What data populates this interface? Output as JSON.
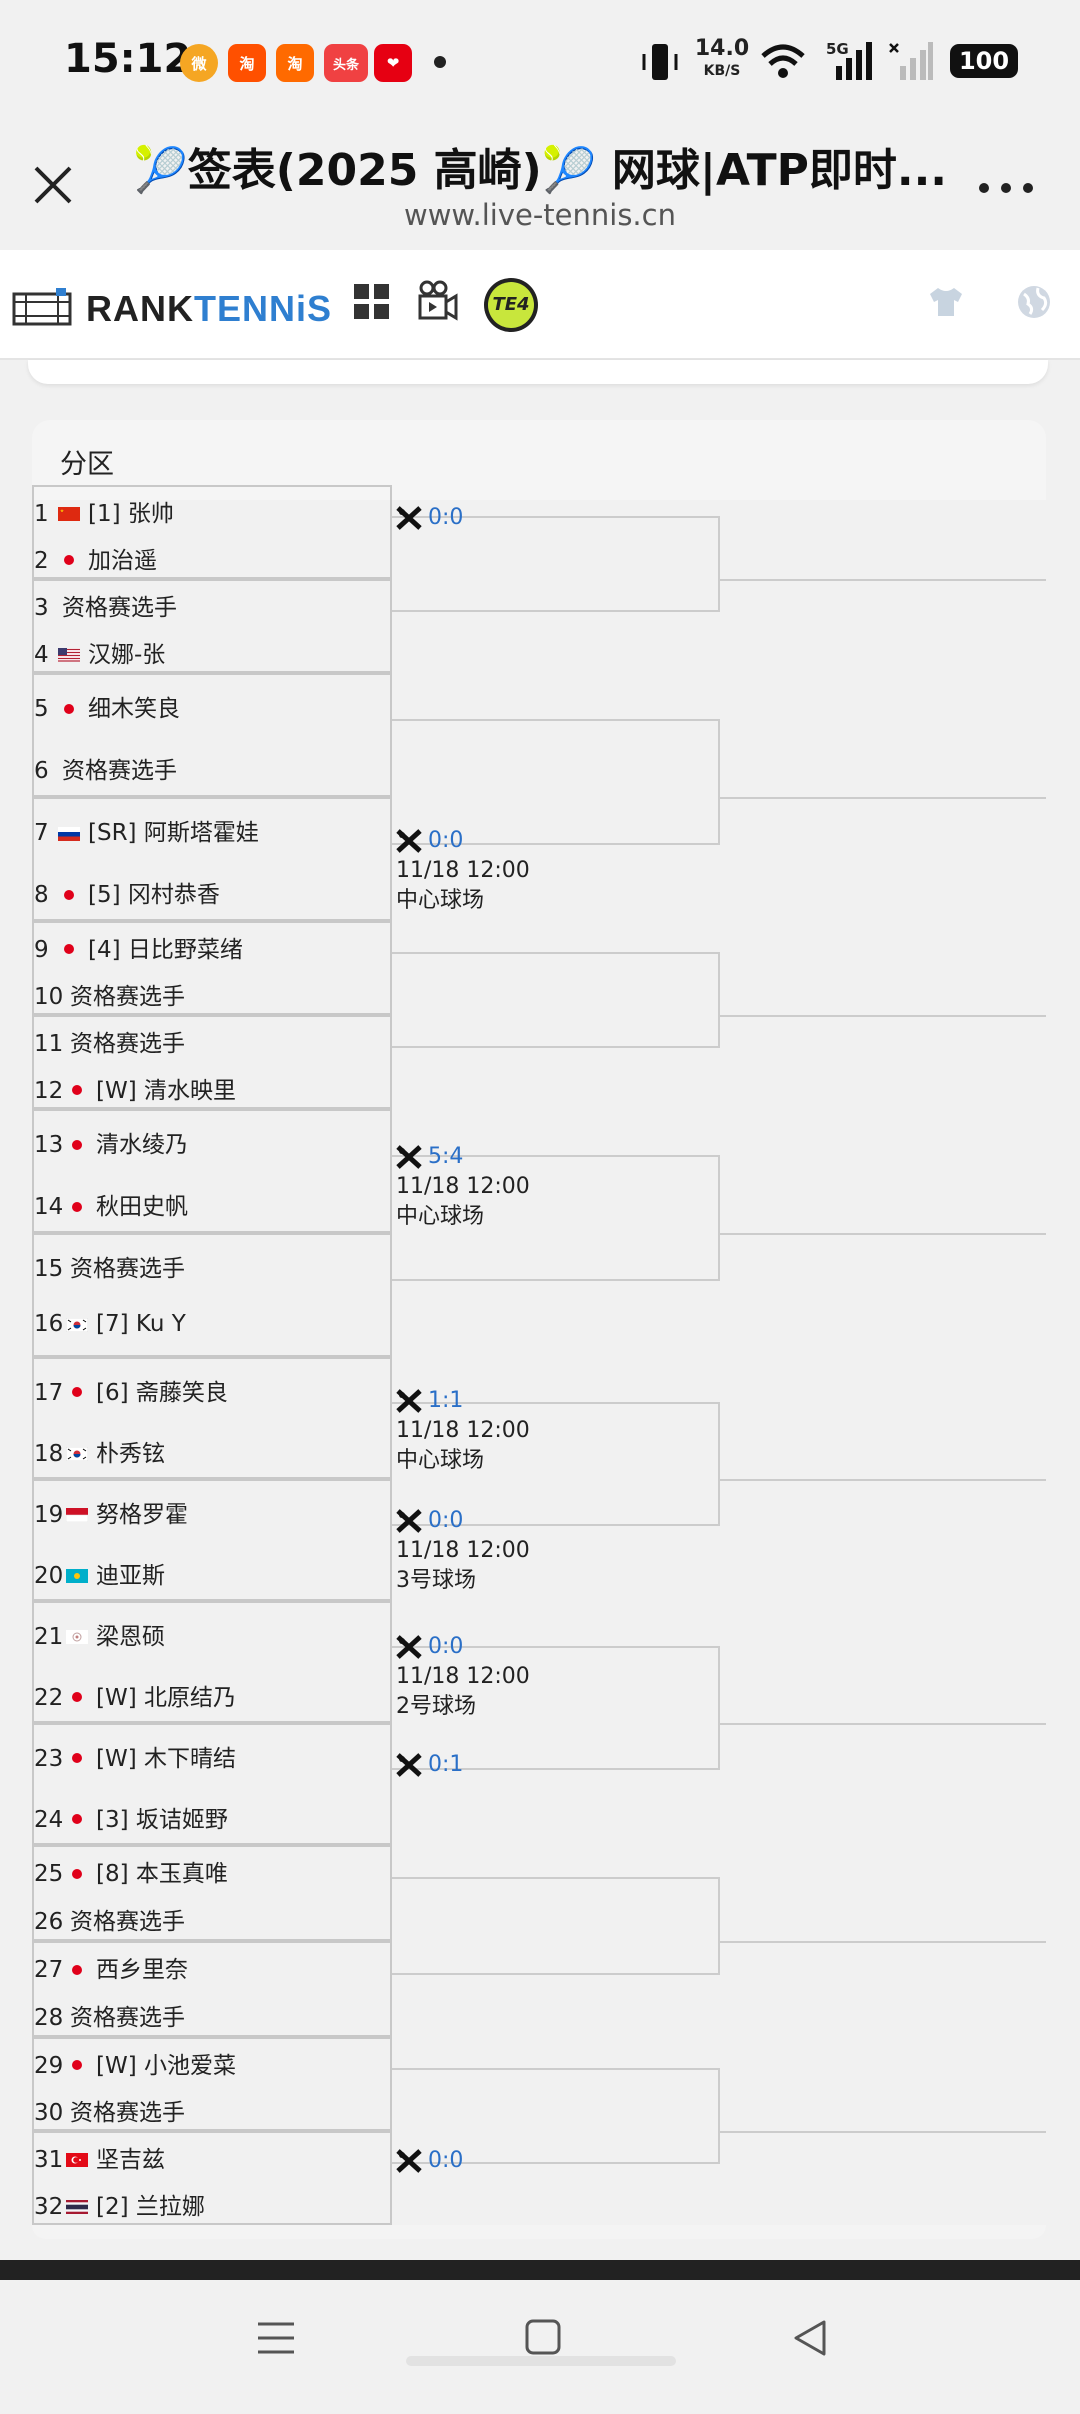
{
  "status": {
    "time": "15:12",
    "net_speed_value": "14.0",
    "net_speed_unit": "KB/S",
    "network": "5G",
    "battery": "100",
    "app_icons": [
      {
        "name": "weibo-icon",
        "label": "微",
        "color": "#f5a623"
      },
      {
        "name": "taobao-icon",
        "label": "淘",
        "color": "#ff5000"
      },
      {
        "name": "taobao-special-icon",
        "label": "淘",
        "color": "#ff6a00"
      },
      {
        "name": "toutiao-icon",
        "label": "头条",
        "color": "#f04142"
      },
      {
        "name": "red-app-icon",
        "label": "❤",
        "color": "#e60012"
      }
    ]
  },
  "titlebar": {
    "title": "🎾签表(2025 高崎)🎾 网球|ATP即时...",
    "url": "www.live-tennis.cn"
  },
  "site": {
    "logo_rank": "RANK",
    "logo_tennis": "TENNiS",
    "te4_label": "TE4"
  },
  "section": {
    "label": "分区"
  },
  "players": [
    {
      "n": "1",
      "flag": "cn",
      "name": "[1] 张帅"
    },
    {
      "n": "2",
      "flag": "jp",
      "name": "加治遥"
    },
    {
      "n": "3",
      "flag": "",
      "name": "资格赛选手"
    },
    {
      "n": "4",
      "flag": "us",
      "name": "汉娜-张"
    },
    {
      "n": "5",
      "flag": "jp",
      "name": "细木笑良"
    },
    {
      "n": "6",
      "flag": "",
      "name": "资格赛选手"
    },
    {
      "n": "7",
      "flag": "ru",
      "name": "[SR] 阿斯塔霍娃"
    },
    {
      "n": "8",
      "flag": "jp",
      "name": "[5] 冈村恭香"
    },
    {
      "n": "9",
      "flag": "jp",
      "name": "[4] 日比野菜绪"
    },
    {
      "n": "10",
      "flag": "",
      "name": "资格赛选手"
    },
    {
      "n": "11",
      "flag": "",
      "name": "资格赛选手"
    },
    {
      "n": "12",
      "flag": "jp",
      "name": "[W] 清水映里"
    },
    {
      "n": "13",
      "flag": "jp",
      "name": "清水绫乃"
    },
    {
      "n": "14",
      "flag": "jp",
      "name": "秋田史帆"
    },
    {
      "n": "15",
      "flag": "",
      "name": "资格赛选手"
    },
    {
      "n": "16",
      "flag": "kr",
      "name": "[7] Ku Y"
    },
    {
      "n": "17",
      "flag": "jp",
      "name": "[6] 斋藤笑良"
    },
    {
      "n": "18",
      "flag": "kr",
      "name": "朴秀铉"
    },
    {
      "n": "19",
      "flag": "id",
      "name": "努格罗霍"
    },
    {
      "n": "20",
      "flag": "kz",
      "name": "迪亚斯"
    },
    {
      "n": "21",
      "flag": "hk",
      "name": "梁恩硕"
    },
    {
      "n": "22",
      "flag": "jp",
      "name": "[W] 北原结乃"
    },
    {
      "n": "23",
      "flag": "jp",
      "name": "[W] 木下晴结"
    },
    {
      "n": "24",
      "flag": "jp",
      "name": "[3] 坂诘姬野"
    },
    {
      "n": "25",
      "flag": "jp",
      "name": "[8] 本玉真唯"
    },
    {
      "n": "26",
      "flag": "",
      "name": "资格赛选手"
    },
    {
      "n": "27",
      "flag": "jp",
      "name": "西乡里奈"
    },
    {
      "n": "28",
      "flag": "",
      "name": "资格赛选手"
    },
    {
      "n": "29",
      "flag": "jp",
      "name": "[W] 小池爱菜"
    },
    {
      "n": "30",
      "flag": "",
      "name": "资格赛选手"
    },
    {
      "n": "31",
      "flag": "tr",
      "name": "坚吉兹"
    },
    {
      "n": "32",
      "flag": "th",
      "name": "[2] 兰拉娜"
    }
  ],
  "matches": [
    {
      "id": "m1",
      "score": "0:0",
      "date": "",
      "court": ""
    },
    {
      "id": "m2",
      "score": "0:0",
      "date": "11/18 12:00",
      "court": "中心球场"
    },
    {
      "id": "m4",
      "score": "5:4",
      "date": "11/18 12:00",
      "court": "中心球场"
    },
    {
      "id": "m5",
      "score": "1:1",
      "date": "11/18 12:00",
      "court": "中心球场"
    },
    {
      "id": "m6",
      "score": "0:0",
      "date": "11/18 12:00",
      "court": "3号球场"
    },
    {
      "id": "m7",
      "score": "0:0",
      "date": "11/18 12:00",
      "court": "2号球场"
    },
    {
      "id": "m8",
      "score": "0:1",
      "date": "",
      "court": ""
    },
    {
      "id": "m9",
      "score": "0:0",
      "date": "",
      "court": ""
    }
  ],
  "colors": {
    "score": "#2a6fc7",
    "accent_blue": "#2f7fd0",
    "te4_green": "#c8e63c",
    "jp_dot": "#e0001a"
  }
}
